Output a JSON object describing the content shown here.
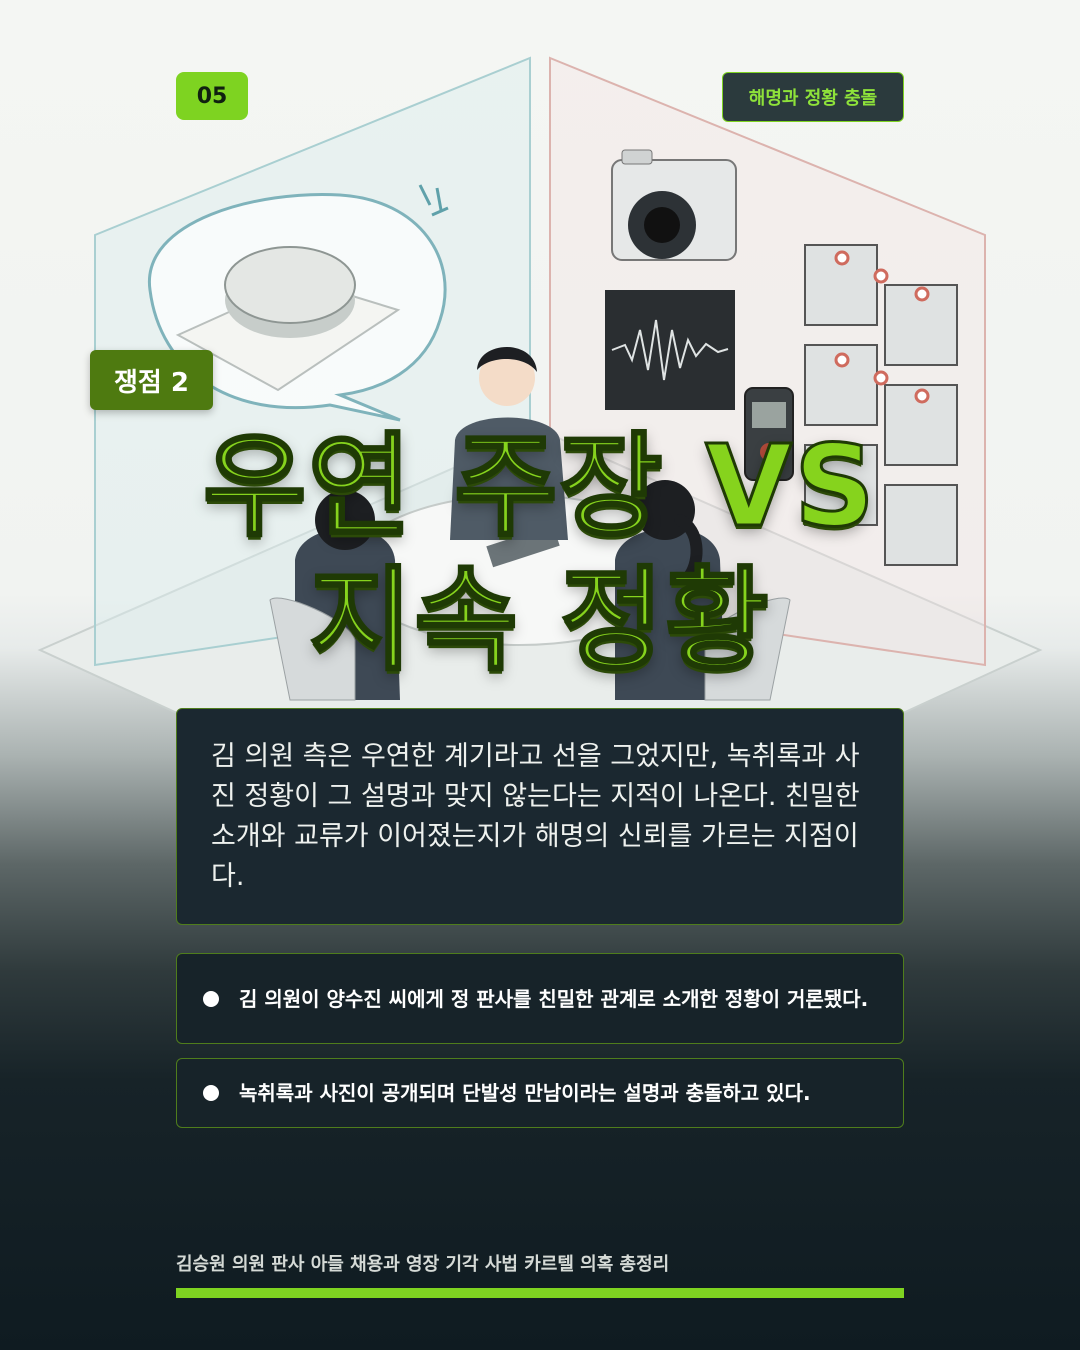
{
  "card": {
    "number": "05",
    "tag": "해명과 정황 충돌",
    "issue_label": "쟁점 2",
    "headline_line1": "우연 주장 VS",
    "headline_line2": "지속 정황"
  },
  "description": "김 의원 측은 우연한 계기라고 선을 그었지만, 녹취록과 사진 정황이 그 설명과 맞지 않는다는 지적이 나온다. 친밀한 소개와 교류가 이어졌는지가 해명의 신뢰를 가르는 지점이다.",
  "bullets": [
    {
      "text": "김 의원이 양수진 씨에게 정 판사를 친밀한 관계로 소개한 정황이 거론됐다."
    },
    {
      "text": "녹취록과 사진이 공개되며 단발성 만남이라는 설명과 충돌하고 있다."
    }
  ],
  "footer": {
    "title": "김승원 의원 판사 아들 채용과 영장 기각 사법 카르텔 의혹 총정리"
  },
  "colors": {
    "accent": "#7ed321",
    "dark_panel": "#1b2830",
    "background_bottom": "#0f1b21"
  }
}
